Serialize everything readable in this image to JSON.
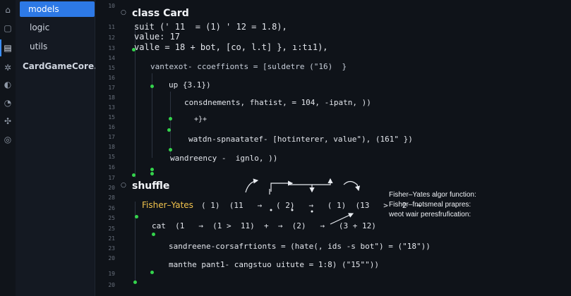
{
  "sidebar": {
    "items": [
      {
        "label": "models",
        "selected": true
      },
      {
        "label": "logic",
        "selected": false
      },
      {
        "label": "utils",
        "selected": false
      },
      {
        "label": "CardGameCore.js",
        "selected": false
      }
    ]
  },
  "activity_icons": [
    "home-icon",
    "folder-icon",
    "files-icon",
    "gear-icon",
    "puzzle-icon",
    "timer-icon",
    "bug-icon",
    "globe-icon"
  ],
  "line_numbers": [
    "10",
    "11",
    "12",
    "13",
    "14",
    "15",
    "16",
    "17",
    "18",
    "13",
    "15",
    "16",
    "17",
    "18",
    "15",
    "16",
    "17",
    "20",
    "28",
    "26",
    "25",
    "25",
    "21",
    "23",
    "20",
    "19",
    "20"
  ],
  "code": {
    "class_header": "class Card",
    "suit_line": "suit (' 11  = (1) ' 12 = 1.8),",
    "value_line": "value: 17",
    "valle_line": "valle = 18 + bot, [co, l.t] }, ı:tı1),",
    "coeff_line": "vantexot- ccoeffionts = [suldetre (\"16)  }",
    "up_line": "up {3.1})",
    "consd_line": "consdnements, fhatist, = 104, -ipatn, ))",
    "plus_line": "+}+",
    "watdn_line": "watdn-spnaatatef- [hotinterer, value\"), (161\" })",
    "wandre_line": "wandreency -  ignlo, ))",
    "shuffle_header": "shuffle",
    "fisher_line": "Fisher–Yates",
    "fisher_seq": "( 1)  (11   →   ( 2)   →   ( 1)  (13   >   2  →",
    "cat_line": "cat  (1   →  (1 >  11)  +  →  (2)   →   (3 + 12)",
    "sandre_line": "sandreene-corsafrtionts = (hate(, ids -s bot\") = (\"18\"))",
    "manthe_line": "manthe pant1- cangstuo uitute = 1:8) (\"15\"\"))"
  },
  "notes": {
    "line1": "Fisher–Yates algor function:",
    "line2": "Fisher–fnotsmeal prapres:",
    "line3": "weot wair peresfrufication:"
  }
}
